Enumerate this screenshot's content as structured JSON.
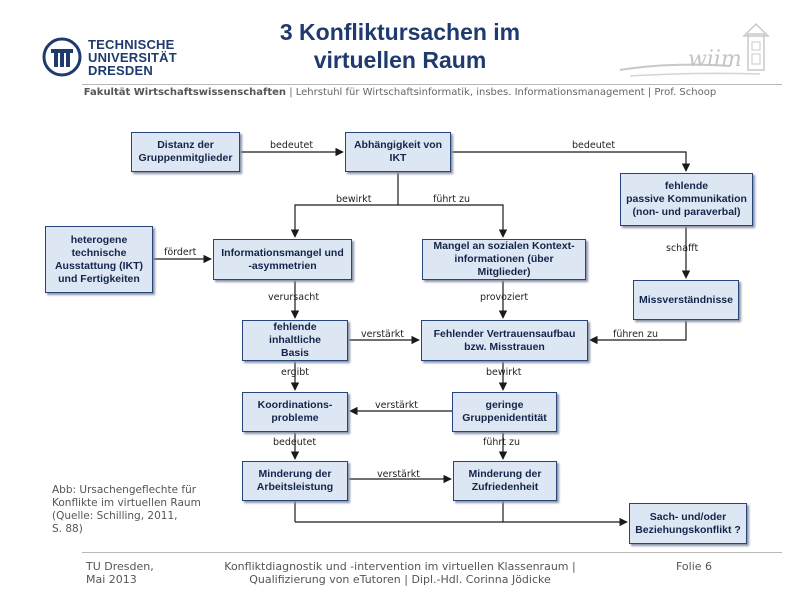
{
  "header": {
    "title_line1": "3 Konfliktursachen im",
    "title_line2": "virtuellen Raum",
    "logo_line1": "TECHNISCHE",
    "logo_line2": "UNIVERSITÄT",
    "logo_line3": "DRESDEN",
    "faculty_bold": "Fakultät Wirtschaftswissenschaften",
    "faculty_rest": " | Lehrstuhl für Wirtschaftsinformatik, insbes. Informationsmanagement | Prof. Schoop",
    "wiim_logo": "wiim"
  },
  "diagram": {
    "nodes": {
      "distanz": "Distanz der\nGruppenmitglieder",
      "abhaengigkeit": "Abhängigkeit von\nIKT",
      "fehlende_kommunikation": "fehlende\npassive Kommunikation\n(non- und paraverbal)",
      "heterogene": "heterogene\ntechnische\nAusstattung (IKT)\nund Fertigkeiten",
      "informationsmangel": "Informationsmangel und\n-asymmetrien",
      "mangel_kontext": "Mangel an sozialen Kontext-\ninformationen (über Mitglieder)",
      "missverstaendnisse": "Missverständnisse",
      "fehlende_basis": "fehlende inhaltliche\nBasis",
      "vertrauensaufbau": "Fehlender Vertrauensaufbau\nbzw. Misstrauen",
      "koordination": "Koordinations-\nprobleme",
      "gruppenidentitaet": "geringe\nGruppenidentität",
      "arbeitsleistung": "Minderung der\nArbeitsleistung",
      "zufriedenheit": "Minderung der\nZufriedenheit",
      "konflikt": "Sach- und/oder\nBeziehungskonflikt ?"
    },
    "edges": {
      "bedeutet_1": "bedeutet",
      "bedeutet_2": "bedeutet",
      "bewirkt_1": "bewirkt",
      "fuehrt_zu_1": "führt zu",
      "foerdert": "fördert",
      "schafft": "schafft",
      "verursacht": "verursacht",
      "provoziert": "provoziert",
      "verstaerkt_1": "verstärkt",
      "fuehren_zu": "führen zu",
      "ergibt": "ergibt",
      "bewirkt_2": "bewirkt",
      "verstaerkt_2": "verstärkt",
      "bedeutet_3": "bedeutet",
      "fuehrt_zu_2": "führt zu",
      "verstaerkt_3": "verstärkt"
    },
    "caption": "Abb: Ursachengeflechte für\nKonflikte im virtuellen Raum\n(Quelle: Schilling, 2011,\nS. 88)"
  },
  "footer": {
    "left": "TU Dresden,\nMai 2013",
    "center": "Konfliktdiagnostik und -intervention im virtuellen Klassenraum |\nQualifizierung von eTutoren  | Dipl.-Hdl. Corinna Jödicke",
    "right": "Folie 6"
  },
  "colors": {
    "title": "#1f3a6e",
    "box_fill": "#dde6f3",
    "box_border": "#27457a",
    "arrow": "#1a1a1a"
  }
}
